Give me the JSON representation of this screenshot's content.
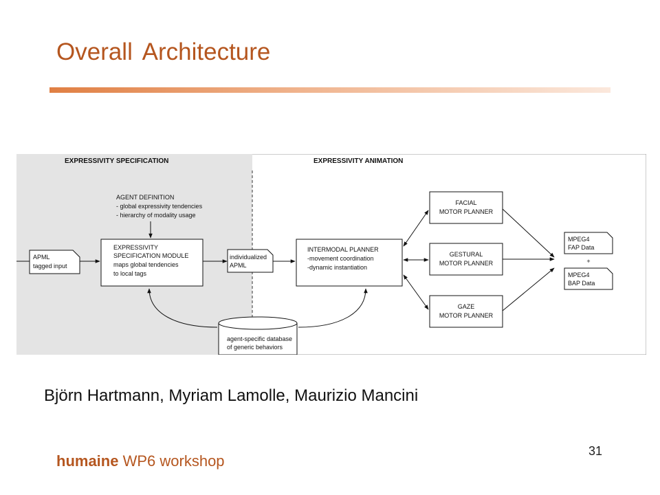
{
  "slide": {
    "title": "Overall Architecture",
    "authors": "Björn Hartmann, Myriam Lamolle, Maurizio Mancini",
    "footer_brand": "humaine",
    "footer_text": "WP6 workshop",
    "page_number": "31"
  },
  "diagram": {
    "section_left": "EXPRESSIVITY SPECIFICATION",
    "section_right": "EXPRESSIVITY ANIMATION",
    "agent_definition": [
      "AGENT DEFINITION",
      "- global expressivity tendencies",
      "- hierarchy of modality usage"
    ],
    "apml_input": [
      "APML",
      "tagged input"
    ],
    "spec_module": [
      "EXPRESSIVITY",
      "SPECIFICATION MODULE",
      "maps global tendencies",
      "to local tags"
    ],
    "individualized": [
      "individualized",
      "APML"
    ],
    "intermodal": [
      "INTERMODAL PLANNER",
      "-movement coordination",
      "-dynamic instantiation"
    ],
    "facial": [
      "FACIAL",
      "MOTOR PLANNER"
    ],
    "gestural": [
      "GESTURAL",
      "MOTOR PLANNER"
    ],
    "gaze": [
      "GAZE",
      "MOTOR PLANNER"
    ],
    "fap": [
      "MPEG4",
      "FAP Data"
    ],
    "plus": "+",
    "bap": [
      "MPEG4",
      "BAP Data"
    ],
    "database": [
      "agent-specific database",
      "of generic behaviors"
    ]
  }
}
